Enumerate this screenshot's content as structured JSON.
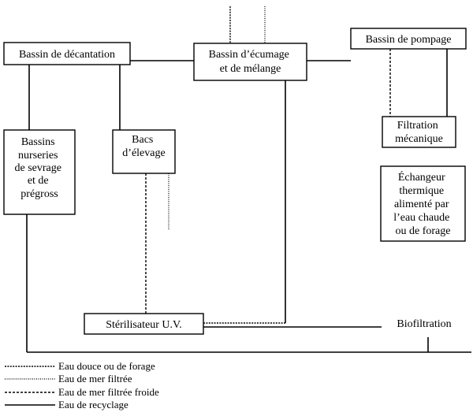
{
  "nodes": {
    "decantation": {
      "label": [
        "Bassin de décantation"
      ]
    },
    "ecumage": {
      "label": [
        "Bassin d’écumage",
        "et de mélange"
      ]
    },
    "pompage": {
      "label": [
        "Bassin de pompage"
      ]
    },
    "filtration": {
      "label": [
        "Filtration",
        "mécanique"
      ]
    },
    "nurseries": {
      "label": [
        "Bassins",
        "nurseries",
        "de sevrage",
        "et de",
        "prégross"
      ]
    },
    "bacs": {
      "label": [
        "Bacs",
        "d’élevage"
      ]
    },
    "echangeur": {
      "label": [
        "Échangeur",
        "thermique",
        "alimenté par",
        "l’eau chaude",
        "ou de forage"
      ]
    },
    "sterilisateur": {
      "label": [
        "Stérilisateur U.V."
      ]
    },
    "biofiltration": {
      "label": [
        "Biofiltration"
      ]
    }
  },
  "legend": [
    {
      "style": "dense",
      "label": "Eau douce ou de forage"
    },
    {
      "style": "fine",
      "label": "Eau de mer filtrée"
    },
    {
      "style": "dash",
      "label": "Eau de mer filtrée froide"
    },
    {
      "style": "solid",
      "label": "Eau de recyclage"
    }
  ],
  "colors": {
    "ink": "#000000",
    "background": "#ffffff"
  }
}
